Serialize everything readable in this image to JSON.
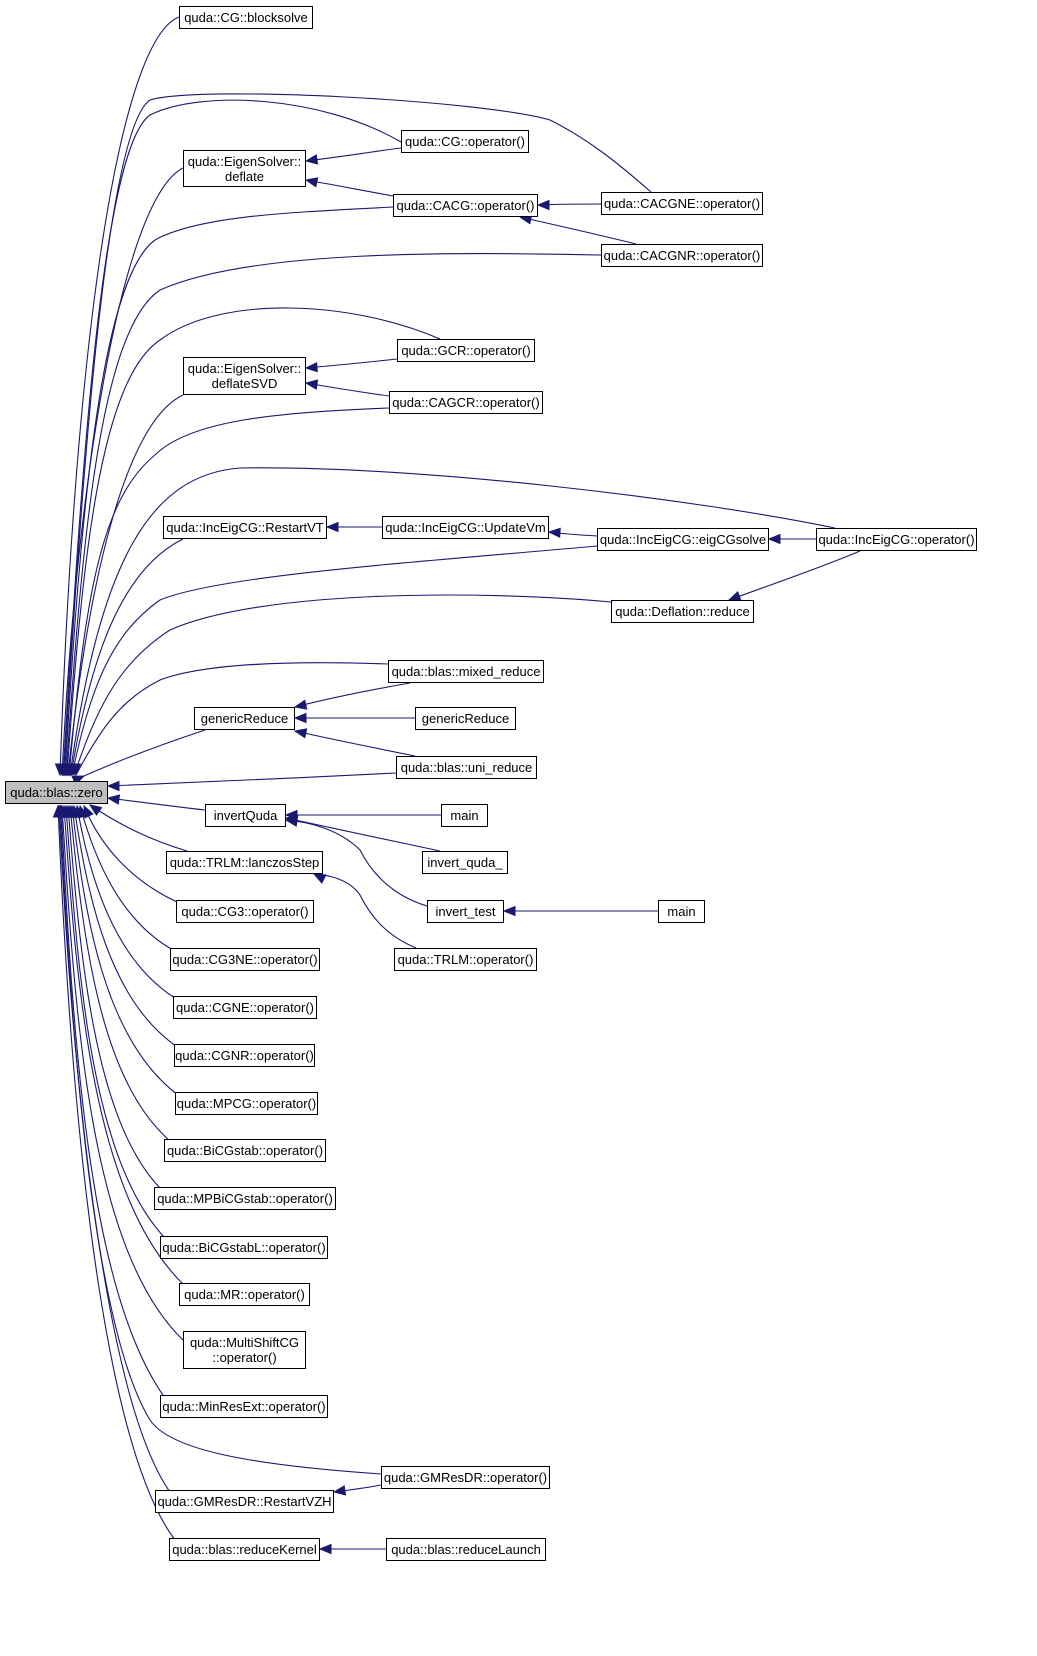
{
  "graph": {
    "colors": {
      "edge": "#191970",
      "node_border": "#000000",
      "root_fill": "#bfbfbf",
      "node_fill": "#ffffff"
    },
    "nodes": [
      {
        "id": "root",
        "label": "quda::blas::zero",
        "root": true
      },
      {
        "id": "cg_blocksolve",
        "label": "quda::CG::blocksolve"
      },
      {
        "id": "eigen_deflate",
        "label": "quda::EigenSolver::",
        "label2": "deflate"
      },
      {
        "id": "cg_op",
        "label": "quda::CG::operator()"
      },
      {
        "id": "cacg_op",
        "label": "quda::CACG::operator()"
      },
      {
        "id": "cacgne_op",
        "label": "quda::CACGNE::operator()"
      },
      {
        "id": "cacgnr_op",
        "label": "quda::CACGNR::operator()"
      },
      {
        "id": "eigen_deflatesvd",
        "label": "quda::EigenSolver::",
        "label2": "deflateSVD"
      },
      {
        "id": "gcr_op",
        "label": "quda::GCR::operator()"
      },
      {
        "id": "cagcr_op",
        "label": "quda::CAGCR::operator()"
      },
      {
        "id": "restartvt",
        "label": "quda::IncEigCG::RestartVT"
      },
      {
        "id": "updatevm",
        "label": "quda::IncEigCG::UpdateVm"
      },
      {
        "id": "eigcgsolve",
        "label": "quda::IncEigCG::eigCGsolve"
      },
      {
        "id": "inceig_op",
        "label": "quda::IncEigCG::operator()"
      },
      {
        "id": "deflation_reduce",
        "label": "quda::Deflation::reduce"
      },
      {
        "id": "mixed_reduce",
        "label": "quda::blas::mixed_reduce"
      },
      {
        "id": "generic_reduce",
        "label": "genericReduce"
      },
      {
        "id": "generic_reduce2",
        "label": "genericReduce"
      },
      {
        "id": "uni_reduce",
        "label": "quda::blas::uni_reduce"
      },
      {
        "id": "invertquda",
        "label": "invertQuda"
      },
      {
        "id": "main1",
        "label": "main"
      },
      {
        "id": "invert_quda_",
        "label": "invert_quda_"
      },
      {
        "id": "invert_test",
        "label": "invert_test"
      },
      {
        "id": "main2",
        "label": "main"
      },
      {
        "id": "trlm_lanczos",
        "label": "quda::TRLM::lanczosStep"
      },
      {
        "id": "trlm_op",
        "label": "quda::TRLM::operator()"
      },
      {
        "id": "cg3_op",
        "label": "quda::CG3::operator()"
      },
      {
        "id": "cg3ne_op",
        "label": "quda::CG3NE::operator()"
      },
      {
        "id": "cgne_op",
        "label": "quda::CGNE::operator()"
      },
      {
        "id": "cgnr_op",
        "label": "quda::CGNR::operator()"
      },
      {
        "id": "mpcg_op",
        "label": "quda::MPCG::operator()"
      },
      {
        "id": "bicgstab_op",
        "label": "quda::BiCGstab::operator()"
      },
      {
        "id": "mpbicgstab_op",
        "label": "quda::MPBiCGstab::operator()"
      },
      {
        "id": "bicgstabl_op",
        "label": "quda::BiCGstabL::operator()"
      },
      {
        "id": "mr_op",
        "label": "quda::MR::operator()"
      },
      {
        "id": "multishift_op",
        "label": "quda::MultiShiftCG",
        "label2": "::operator()"
      },
      {
        "id": "minresext_op",
        "label": "quda::MinResExt::operator()"
      },
      {
        "id": "gmresdr_op",
        "label": "quda::GMResDR::operator()"
      },
      {
        "id": "gmresdr_restart",
        "label": "quda::GMResDR::RestartVZH"
      },
      {
        "id": "reducekernel",
        "label": "quda::blas::reduceKernel"
      },
      {
        "id": "reducelaunch",
        "label": "quda::blas::reduceLaunch"
      }
    ]
  }
}
